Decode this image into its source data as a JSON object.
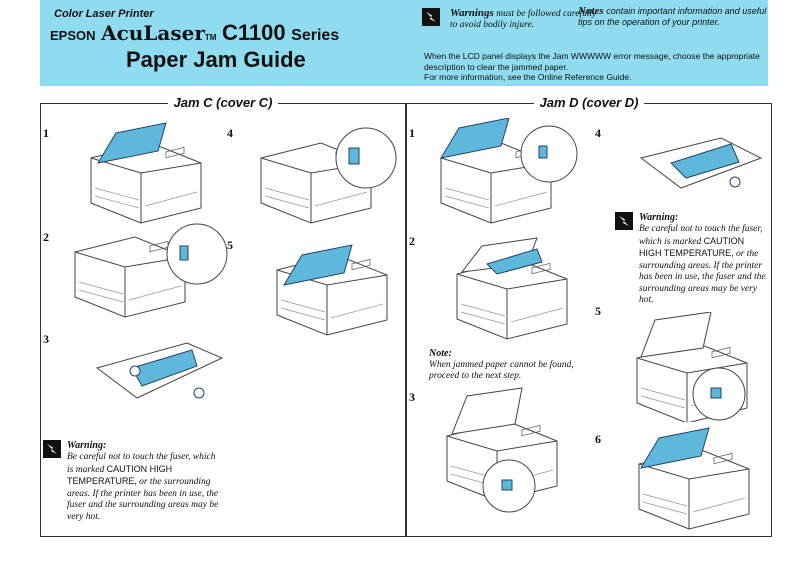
{
  "header": {
    "subtitle": "Color Laser Printer",
    "brand": "EPSON",
    "product": "AcuLaser",
    "trademark": "TM",
    "model": "C1100",
    "series": "Series",
    "guide_title": "Paper Jam Guide",
    "warnings_label": "Warnings",
    "warnings_text": "must be followed carefully to avoid bodily injure.",
    "notes_label": "Notes",
    "notes_text": "contain important information and useful tips on the operation of your printer.",
    "desc_line1": "When the LCD panel displays the Jam WWWWW error message, choose the appropriate description to clear the jammed paper.",
    "desc_line2": "For more information, see the Online Reference Guide."
  },
  "jam_c": {
    "title": "Jam C (cover C)",
    "steps": [
      "1",
      "2",
      "3",
      "4",
      "5"
    ],
    "warning": {
      "title": "Warning:",
      "text_a": "Be careful not to touch the fuser, which is marked",
      "caps": "CAUTION HIGH TEMPERATURE",
      "text_b": ", or the surrounding areas. If the printer has been in use, the fuser and the surrounding areas may be very hot."
    }
  },
  "jam_d": {
    "title": "Jam D (cover D)",
    "steps": [
      "1",
      "2",
      "3",
      "4",
      "5",
      "6"
    ],
    "note": {
      "title": "Note:",
      "text": "When jammed paper cannot be found, proceed to the next step."
    },
    "warning": {
      "title": "Warning:",
      "text_a": "Be careful not to touch the fuser, which is marked",
      "caps": "CAUTION HIGH TEMPERATURE",
      "text_b": ", or the surrounding areas. If the printer has been in use, the fuser and the surrounding areas may be very hot."
    }
  },
  "colors": {
    "header_bg": "#8fdcf0",
    "highlight": "#5fb7db"
  },
  "icons": [
    "warning-icon",
    "printer-illustration"
  ]
}
